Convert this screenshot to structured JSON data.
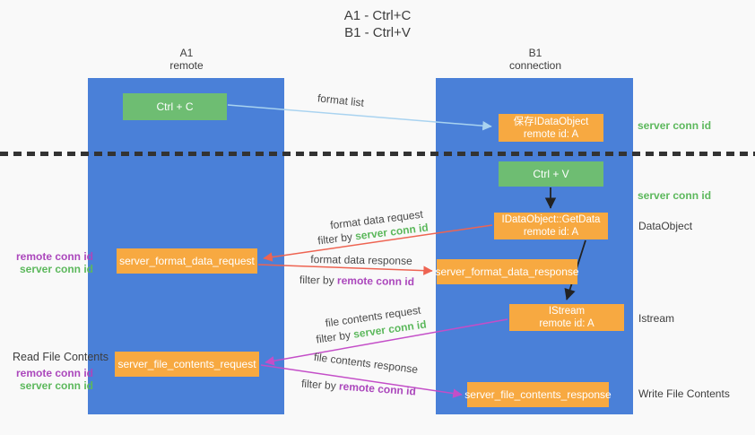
{
  "title": {
    "line1": "A1 - Ctrl+C",
    "line2": "B1 - Ctrl+V"
  },
  "colors": {
    "column_blue": "#4a80d8",
    "box_orange": "#f7a941",
    "box_green": "#6ebd72",
    "green_text": "#5cb85c",
    "purple_text": "#ab47bc",
    "red_arrow": "#ee6452",
    "magenta_arrow": "#c44ec8",
    "light_blue_arrow": "#a9d3f0",
    "black_arrow": "#222222"
  },
  "columns": {
    "left": {
      "name": "A1",
      "role": "remote"
    },
    "right": {
      "name": "B1",
      "role": "connection"
    }
  },
  "nodes": {
    "ctrl_c": {
      "label": "Ctrl + C"
    },
    "save_idataobject": {
      "line1": "保存IDataObject",
      "line2": "remote id: A"
    },
    "ctrl_v": {
      "label": "Ctrl + V"
    },
    "getdata": {
      "line1": "IDataObject::GetData",
      "line2": "remote id: A"
    },
    "format_request": {
      "label": "server_format_data_request"
    },
    "format_response": {
      "label": "server_format_data_response"
    },
    "istream": {
      "line1": "IStream",
      "line2": "remote id: A"
    },
    "file_request": {
      "label": "server_file_contents_request"
    },
    "file_response": {
      "label": "server_file_contents_response"
    }
  },
  "right_labels": {
    "server_conn_id_top": "server conn id",
    "server_conn_id_mid": "server conn id",
    "dataobject": "DataObject",
    "istream": "Istream",
    "write_file_contents": "Write File Contents"
  },
  "left_labels": {
    "remote_conn_id_1": "remote conn id",
    "server_conn_id_1": "server conn id",
    "read_file_contents": "Read File Contents",
    "remote_conn_id_2": "remote conn id",
    "server_conn_id_2": "server conn id"
  },
  "arrow_labels": {
    "format_list": "format list",
    "format_data_request": "format data request",
    "format_data_response": "format data response",
    "file_contents_request": "file contents request",
    "file_contents_response": "file contents response",
    "filter_by": "filter by ",
    "server_conn_id": "server conn id",
    "remote_conn_id": "remote conn id"
  }
}
